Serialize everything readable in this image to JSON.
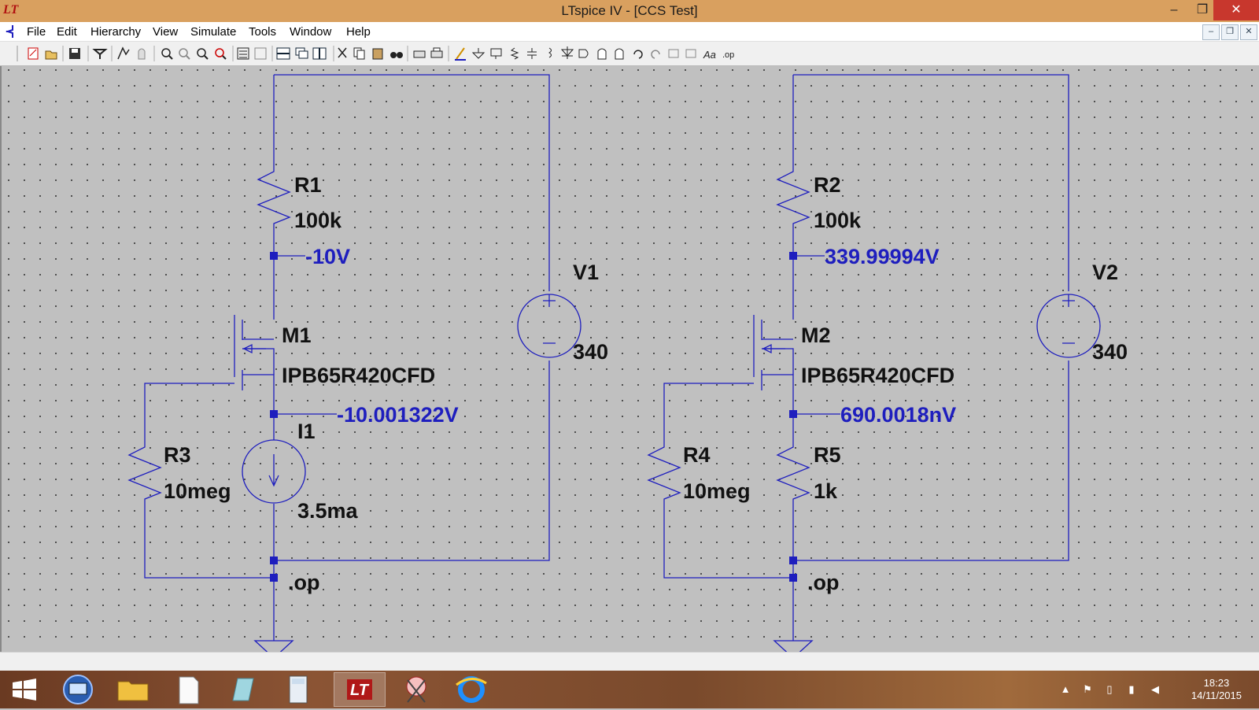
{
  "window": {
    "title": "LTspice IV - [CCS Test]",
    "minimize": "–",
    "maximize": "❐",
    "close": "✕"
  },
  "menu": [
    "File",
    "Edit",
    "Hierarchy",
    "View",
    "Simulate",
    "Tools",
    "Window",
    "Help"
  ],
  "mdi_buttons": [
    "–",
    "❐",
    "✕"
  ],
  "toolbar_icons": [
    "new-schematic-icon",
    "open-icon",
    "save-icon",
    "control-panel-icon",
    "run-icon",
    "halt-icon",
    "zoom-in-icon",
    "zoom-area-icon",
    "zoom-out-icon",
    "zoom-fit-icon",
    "autoscale-icon",
    "zoom-full-icon",
    "tile-horizontal-icon",
    "cascade-icon",
    "tile-vertical-icon",
    "cut-icon",
    "copy-icon",
    "paste-icon",
    "find-icon",
    "print-setup-icon",
    "print-icon",
    "draw-wire-icon",
    "ground-icon",
    "label-net-icon",
    "resistor-icon",
    "capacitor-icon",
    "inductor-icon",
    "diode-icon",
    "component-icon",
    "move-icon",
    "drag-icon",
    "undo-icon",
    "redo-icon",
    "rotate-icon",
    "mirror-icon",
    "text-icon",
    "spice-directive-icon"
  ],
  "schematic": {
    "left": {
      "R1": {
        "name": "R1",
        "value": "100k"
      },
      "M1": {
        "name": "M1",
        "value": "IPB65R420CFD"
      },
      "V1": {
        "name": "V1",
        "value": "340"
      },
      "I1": {
        "name": "I1",
        "value": "3.5ma"
      },
      "R3": {
        "name": "R3",
        "value": "10meg"
      },
      "v_top": "-10V",
      "v_source": "-10.001322V",
      "directive": ".op"
    },
    "right": {
      "R2": {
        "name": "R2",
        "value": "100k"
      },
      "M2": {
        "name": "M2",
        "value": "IPB65R420CFD"
      },
      "V2": {
        "name": "V2",
        "value": "340"
      },
      "R4": {
        "name": "R4",
        "value": "10meg"
      },
      "R5": {
        "name": "R5",
        "value": "1k"
      },
      "v_top": "339.99994V",
      "v_source": "690.0018nV",
      "directive": ".op"
    },
    "colors": {
      "wire": "#1e1ebe",
      "component": "#1e1ebe",
      "label": "#000000",
      "voltage": "#1e1ebe",
      "node": "#1e1ebe"
    }
  },
  "taskbar": {
    "apps": [
      "start-icon",
      "remote-desktop-icon",
      "file-explorer-icon",
      "notepad-icon",
      "sticky-notes-icon",
      "calculator-icon",
      "ltspice-icon",
      "snipping-tool-icon",
      "internet-explorer-icon"
    ],
    "time": "18:23",
    "date": "14/11/2015"
  }
}
